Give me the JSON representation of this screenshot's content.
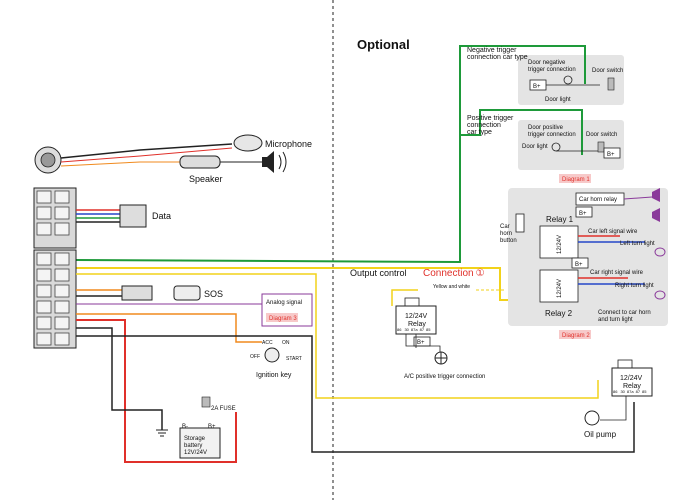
{
  "header": {
    "optional": "Optional"
  },
  "left": {
    "microphone": "Microphone",
    "speaker": "Speaker",
    "data": "Data",
    "sos": "SOS",
    "analog_signal": "Analog signal",
    "diagram3": "Diagram 3",
    "ignition": {
      "acc": "ACC",
      "on": "ON",
      "off": "OFF",
      "start": "START",
      "label": "Ignition key"
    },
    "fuse": "2A FUSE",
    "battery": {
      "b_minus": "B-",
      "b_plus": "B+",
      "line1": "Storage",
      "line2": "battery",
      "line3": "12V/24V"
    }
  },
  "middle": {
    "output_control": "Output control",
    "connection": "Connection",
    "connection_num": "①",
    "yellow_white": "Yellow and white",
    "relay": {
      "line1": "12/24V",
      "line2": "Relay",
      "p86": "86",
      "p30": "30",
      "p87a": "87a",
      "p87": "87",
      "p85": "85",
      "bplus": "B+"
    },
    "ac_positive": "A/C positive trigger connection"
  },
  "diagram1": {
    "neg_title": [
      "Negative trigger",
      "connection car type"
    ],
    "neg_door_conn": [
      "Door negative",
      "trigger connection"
    ],
    "door_switch": "Door switch",
    "door_light": "Door light",
    "bplus": "B+",
    "pos_title": [
      "Positive trigger",
      "connection",
      "car type"
    ],
    "pos_door_conn": [
      "Door positive",
      "trigger connection"
    ],
    "label": "Diagram 1"
  },
  "diagram2": {
    "car_horn_relay": "Car horn relay",
    "relay1": "Relay 1",
    "relay2": "Relay 2",
    "v": "12/24V",
    "bplus": "B+",
    "car_horn_button": [
      "Car",
      "horn",
      "button"
    ],
    "left_signal_wire": "Car left signal wire",
    "left_turn_light": "Left turn light",
    "right_signal_wire": "Car right signal wire",
    "right_turn_light": "Right turn light",
    "connect_horn": [
      "Connect to car horn",
      "and turn light"
    ],
    "label": "Diagram 2"
  },
  "bottom_right": {
    "relay": {
      "line1": "12/24V",
      "line2": "Relay",
      "p86": "86",
      "p30": "30",
      "p87a": "87a",
      "p87": "87",
      "p85": "85"
    },
    "oil_pump": "Oil pump"
  },
  "colors": {
    "red": "#e0302a",
    "green": "#1e9a3a",
    "yellow": "#f2d21a",
    "orange": "#f08a1e",
    "blue": "#2546c8",
    "purple": "#8a3a9a",
    "black": "#111111",
    "panel": "#e4e4e4",
    "pink_label": "#f7c9c9"
  }
}
